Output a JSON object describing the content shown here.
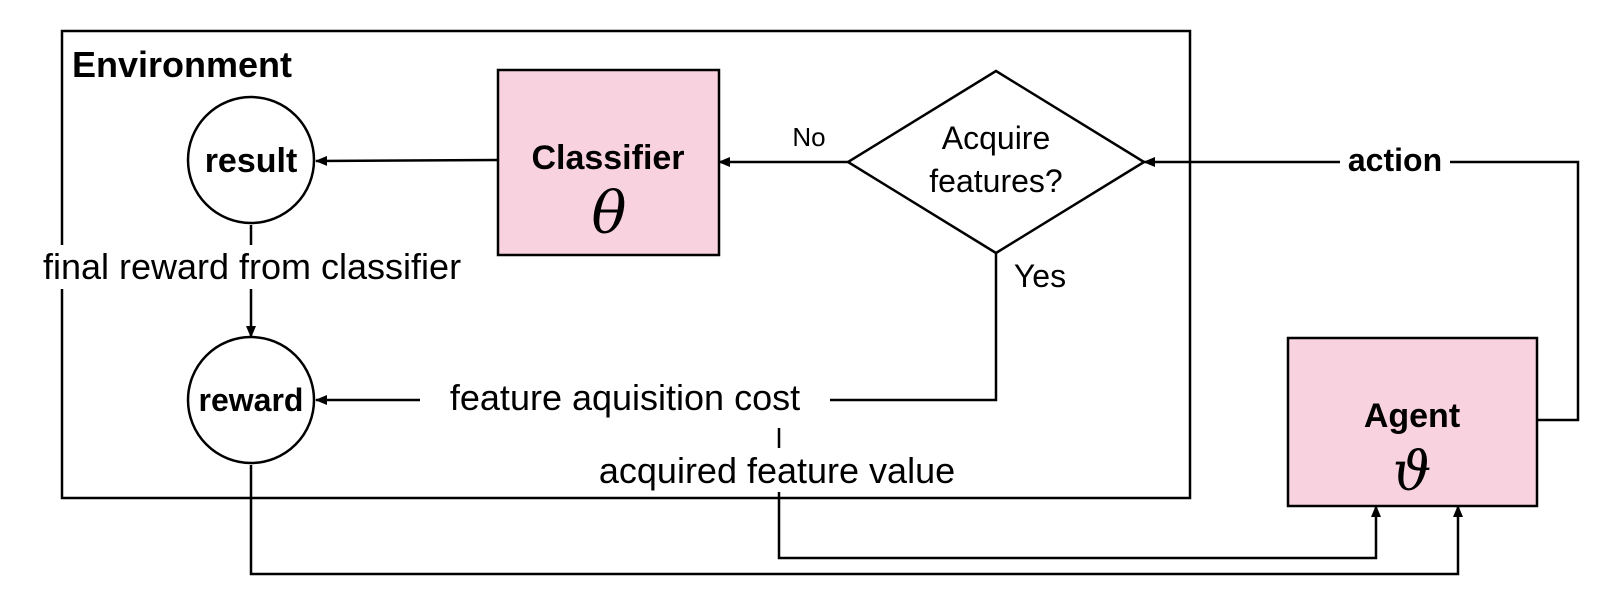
{
  "environment": {
    "title": "Environment"
  },
  "nodes": {
    "result": {
      "label": "result"
    },
    "reward": {
      "label": "reward"
    },
    "classifier": {
      "label": "Classifier",
      "symbol": "θ"
    },
    "decision": {
      "line1": "Acquire",
      "line2": "features?"
    },
    "agent": {
      "label": "Agent",
      "symbol": "ϑ"
    }
  },
  "edges": {
    "no": "No",
    "yes": "Yes",
    "action": "action",
    "final_reward": "final reward from classifier",
    "feature_cost": "feature aquisition cost",
    "acquired_value": "acquired feature value"
  },
  "colors": {
    "box_fill": "#f8d3df",
    "stroke": "#000000"
  }
}
